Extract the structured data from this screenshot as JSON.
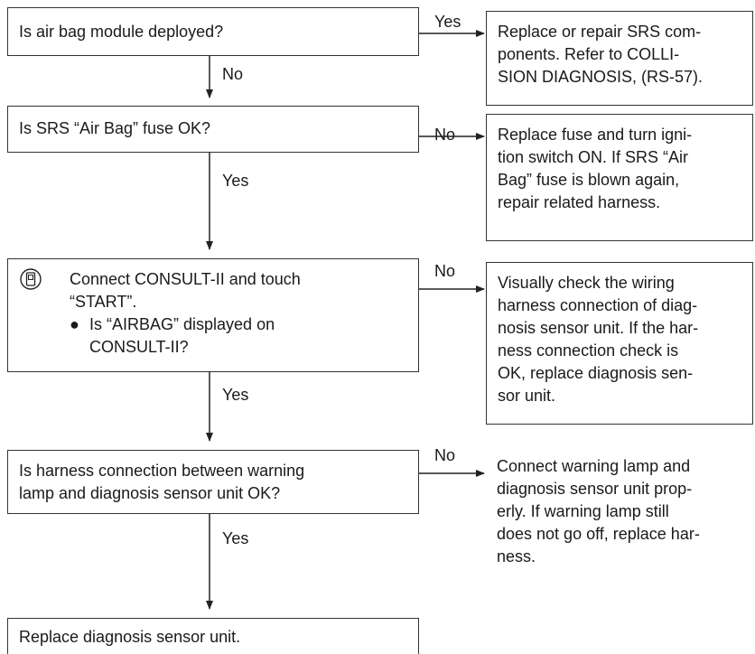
{
  "labels": {
    "yes": "Yes",
    "no": "No"
  },
  "steps": [
    {
      "question": "Is air bag module deployed?",
      "branch_label": "Yes",
      "continue_label": "No",
      "action": [
        "Replace or repair SRS com-",
        "ponents. Refer to COLLI-",
        "SION DIAGNOSIS, (RS-57)."
      ]
    },
    {
      "question": "Is SRS “Air Bag” fuse OK?",
      "branch_label": "No",
      "continue_label": "Yes",
      "action": [
        "Replace fuse and turn igni-",
        "tion switch ON. If SRS “Air",
        "Bag” fuse is blown again,",
        "repair related harness."
      ]
    },
    {
      "icon": "consult-icon",
      "question_lines": [
        "Connect CONSULT-II and touch",
        "“START”."
      ],
      "bullet": "●",
      "bullet_lines": [
        "Is “AIRBAG” displayed on",
        "CONSULT-II?"
      ],
      "branch_label": "No",
      "continue_label": "Yes",
      "action": [
        "Visually check the wiring",
        "harness connection of diag-",
        "nosis sensor unit. If the har-",
        "ness connection check is",
        "OK, replace diagnosis sen-",
        "sor unit."
      ]
    },
    {
      "question_lines": [
        "Is harness connection between warning",
        "lamp and diagnosis sensor unit OK?"
      ],
      "branch_label": "No",
      "continue_label": "Yes",
      "action": [
        "Connect warning lamp and",
        "diagnosis sensor unit prop-",
        "erly. If warning lamp still",
        "does not go off, replace har-",
        "ness."
      ]
    },
    {
      "question": "Replace diagnosis sensor unit."
    }
  ]
}
